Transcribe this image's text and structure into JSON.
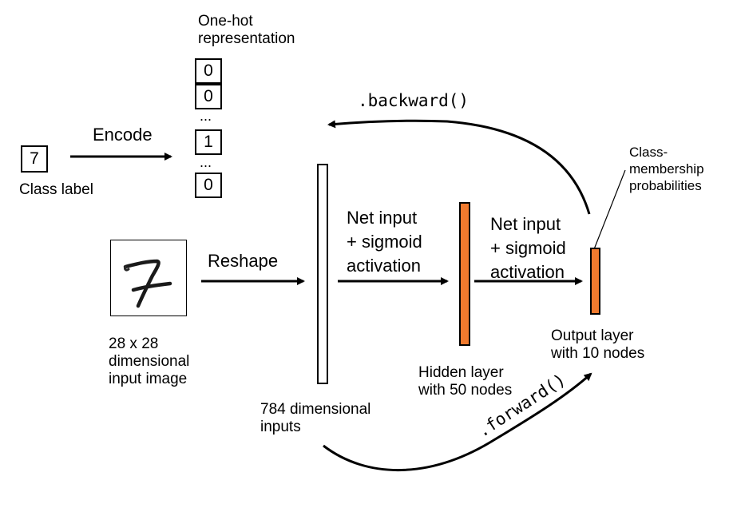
{
  "onehot": {
    "title_line1": "One-hot",
    "title_line2": "representation",
    "cells": [
      "0",
      "0",
      "1",
      "0"
    ],
    "ellipsis": "..."
  },
  "class_label": {
    "value": "7",
    "caption": "Class label"
  },
  "edges": {
    "encode": "Encode",
    "reshape": "Reshape",
    "hidden_line1": "Net input",
    "hidden_line2": "+ sigmoid",
    "hidden_line3": "activation",
    "output_line1": "Net input",
    "output_line2": "+ sigmoid",
    "output_line3": "activation",
    "backward": ".backward()",
    "forward": ".forward()"
  },
  "input_image": {
    "line1": "28 x 28",
    "line2": "dimensional",
    "line3": "input image"
  },
  "input_layer": {
    "line1": "784 dimensional",
    "line2": "inputs"
  },
  "hidden_layer": {
    "line1": "Hidden layer",
    "line2": "with 50 nodes"
  },
  "output_layer": {
    "line1": "Output layer",
    "line2": "with 10 nodes"
  },
  "probabilities": {
    "line1": "Class-",
    "line2": "membership",
    "line3": "probabilities"
  },
  "colors": {
    "layer_fill": "#f07a2e",
    "stroke": "#000000"
  }
}
